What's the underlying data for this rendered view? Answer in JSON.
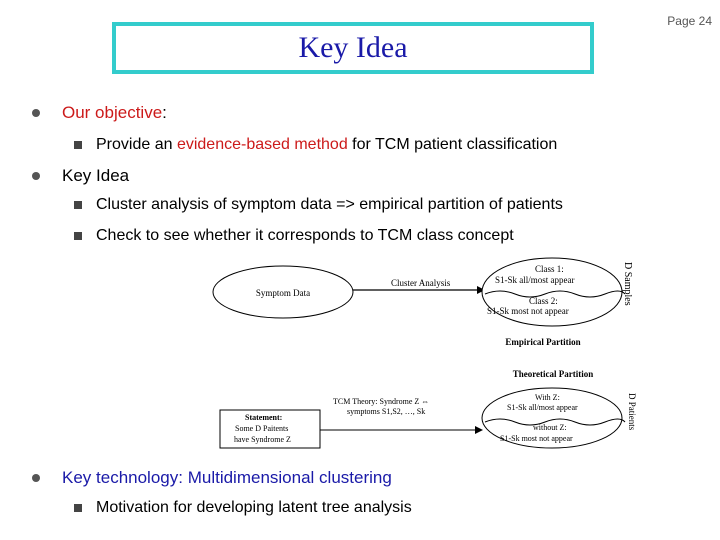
{
  "page": {
    "number_label": "Page 24"
  },
  "title": "Key Idea",
  "bullets": {
    "objective": {
      "label_colored": "Our objective",
      "label_colon": ":",
      "sub": {
        "prefix": "Provide an ",
        "highlight": "evidence-based method",
        "suffix": " for TCM patient classification"
      }
    },
    "key_idea": {
      "label": "Key Idea",
      "subs": [
        "Cluster analysis of symptom data => empirical partition of patients",
        "Check to see whether it corresponds to TCM class concept"
      ]
    },
    "key_tech": {
      "prefix": "Key technology:  ",
      "highlight": "Multidimensional clustering",
      "sub": "Motivation for developing latent tree analysis"
    }
  },
  "diagram": {
    "symptom_data": "Symptom Data",
    "cluster_analysis": "Cluster Analysis",
    "class1_title": "Class 1:",
    "class1_desc": "S1-Sk all/most appear",
    "class2_title": "Class 2:",
    "class2_desc": "S1-Sk  most not appear",
    "d_samples": "D Samples",
    "empirical_partition": "Empirical Partition",
    "theoretical_partition": "Theoretical Partition",
    "tcm_theory_line1": "TCM Theory:  Syndrome  Z ⇔",
    "tcm_theory_line2": "symptoms S1,S2, …, Sk",
    "statement_title": "Statement:",
    "statement_line1": "Some D Paitents",
    "statement_line2": "have Syndrome Z",
    "withz_title": "With Z:",
    "withz_desc": "S1-Sk all/most appear",
    "withoutz_title": "without Z:",
    "withoutz_desc": "S1-Sk  most not appear",
    "d_patients": "D Patients"
  },
  "colors": {
    "title": "#1a1aa8",
    "accent_red": "#cc1a1a",
    "title_border": "#33cccc"
  }
}
